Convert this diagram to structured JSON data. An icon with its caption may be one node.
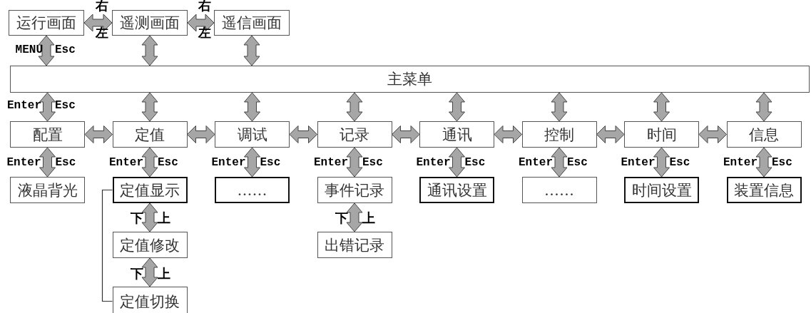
{
  "diagram": {
    "nodes": [
      {
        "text": [
          "运行画面"
        ]
      },
      {
        "text": [
          "遥测画面"
        ]
      },
      {
        "text": [
          "遥信画面"
        ]
      },
      {
        "text": [
          "主菜单"
        ]
      },
      {
        "text": [
          "配置"
        ]
      },
      {
        "text": [
          "定值"
        ]
      },
      {
        "text": [
          "调试"
        ]
      },
      {
        "text": [
          "记录"
        ]
      },
      {
        "text": [
          "通讯"
        ]
      },
      {
        "text": [
          "控制"
        ]
      },
      {
        "text": [
          "时间"
        ]
      },
      {
        "text": [
          "信息"
        ]
      },
      {
        "text": [
          "液晶背光"
        ]
      },
      {
        "text": [
          "定值显示"
        ]
      },
      {
        "text": [
          "……"
        ]
      },
      {
        "text": [
          "事件记录"
        ]
      },
      {
        "text": [
          "通讯设置"
        ]
      },
      {
        "text": [
          "……"
        ]
      },
      {
        "text": [
          "时间设置"
        ]
      },
      {
        "text": [
          "装置信息"
        ]
      },
      {
        "text": [
          "定值修改"
        ]
      },
      {
        "text": [
          "出错记录"
        ]
      },
      {
        "text": [
          "定值切换"
        ]
      }
    ],
    "edges": [
      {
        "from": 0,
        "to": 1,
        "arrow": "both"
      },
      {
        "from": 1,
        "to": 2,
        "arrow": "both"
      },
      {
        "from": 0,
        "to": 3,
        "arrow": "both"
      },
      {
        "from": 1,
        "to": 3,
        "arrow": "both"
      },
      {
        "from": 2,
        "to": 3,
        "arrow": "both"
      },
      {
        "from": 3,
        "to": 4,
        "arrow": "both"
      },
      {
        "from": 3,
        "to": 5,
        "arrow": "both"
      },
      {
        "from": 3,
        "to": 6,
        "arrow": "both"
      },
      {
        "from": 3,
        "to": 7,
        "arrow": "both"
      },
      {
        "from": 3,
        "to": 8,
        "arrow": "both"
      },
      {
        "from": 3,
        "to": 9,
        "arrow": "both"
      },
      {
        "from": 3,
        "to": 10,
        "arrow": "both"
      },
      {
        "from": 3,
        "to": 11,
        "arrow": "both"
      },
      {
        "from": 4,
        "to": 5,
        "arrow": "both"
      },
      {
        "from": 5,
        "to": 6,
        "arrow": "both"
      },
      {
        "from": 6,
        "to": 7,
        "arrow": "both"
      },
      {
        "from": 7,
        "to": 8,
        "arrow": "both"
      },
      {
        "from": 8,
        "to": 9,
        "arrow": "both"
      },
      {
        "from": 9,
        "to": 10,
        "arrow": "both"
      },
      {
        "from": 10,
        "to": 11,
        "arrow": "both"
      },
      {
        "from": 4,
        "to": 12,
        "arrow": "both"
      },
      {
        "from": 5,
        "to": 13,
        "arrow": "both"
      },
      {
        "from": 6,
        "to": 14,
        "arrow": "both"
      },
      {
        "from": 7,
        "to": 15,
        "arrow": "both"
      },
      {
        "from": 8,
        "to": 16,
        "arrow": "both"
      },
      {
        "from": 9,
        "to": 17,
        "arrow": "both"
      },
      {
        "from": 10,
        "to": 18,
        "arrow": "both"
      },
      {
        "from": 11,
        "to": 19,
        "arrow": "both"
      },
      {
        "from": 13,
        "to": 20,
        "arrow": "both"
      },
      {
        "from": 15,
        "to": 21,
        "arrow": "both"
      },
      {
        "from": 20,
        "to": 22,
        "arrow": "both"
      },
      {
        "from": 13,
        "to": 22,
        "arrow": "none"
      }
    ],
    "labels": [
      "右",
      "右",
      "左",
      "左",
      "MENU",
      "Esc",
      "Enter",
      "Esc",
      "Enter",
      "Esc",
      "Enter",
      "Esc",
      "Enter",
      "Esc",
      "Enter",
      "Esc",
      "Enter",
      "Esc",
      "Enter",
      "Esc",
      "Enter",
      "Esc",
      "Enter",
      "Esc",
      "下",
      "上",
      "下",
      "上",
      "下",
      "上"
    ]
  }
}
